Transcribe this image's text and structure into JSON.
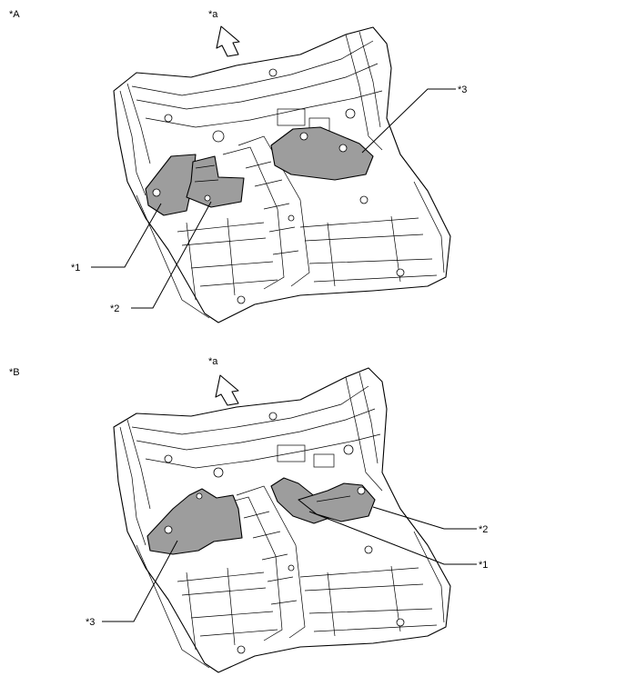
{
  "views": [
    {
      "id": "A",
      "label": "*A",
      "arrow_label": "*a",
      "callouts": [
        "*1",
        "*2",
        "*3"
      ]
    },
    {
      "id": "B",
      "label": "*B",
      "arrow_label": "*a",
      "callouts": [
        "*2",
        "*1",
        "*3"
      ]
    }
  ],
  "colors": {
    "part_fill": "#9d9d9d",
    "line": "#000000",
    "background": "#ffffff"
  }
}
